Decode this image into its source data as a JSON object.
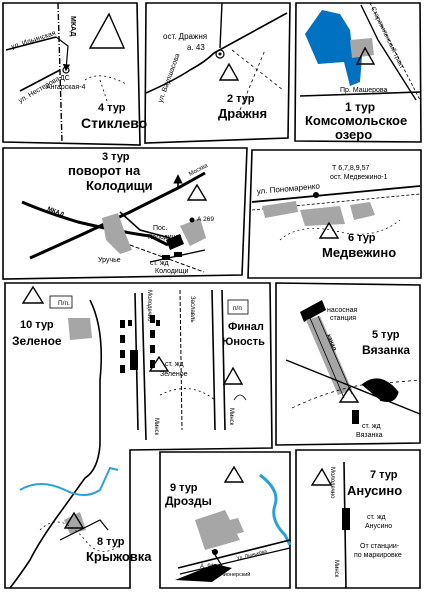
{
  "panels": {
    "p4": {
      "num": "4 тур",
      "name": "Стиклево",
      "streets": [
        "ул. Ильинская",
        "МКАД",
        "ул. Нестерова"
      ],
      "stop": [
        "ДС",
        "Ангарская-4"
      ]
    },
    "p2": {
      "stop": [
        "ост. Дражня",
        "а. 43"
      ],
      "num": "2 тур",
      "name": "Дражня",
      "street": "ул. Ваупшасова"
    },
    "p1": {
      "num": "1 тур",
      "name": [
        "Комсомольское",
        "озеро"
      ],
      "streets": [
        "Старовиленский тракт",
        "Пр. Машерова"
      ]
    },
    "p3": {
      "title": [
        "3 тур",
        "поворот на",
        "Колодищи"
      ],
      "labels": [
        "Москва",
        "МКАД",
        "Пос.",
        "Колодищи",
        "А 269",
        "Уручье",
        "ст. жд",
        "Колодищи"
      ]
    },
    "p6": {
      "street": "ул. Пономаренко",
      "stop": [
        "Т 6,7,8,9,57",
        "ост. Медвежино-1"
      ],
      "num": "6 тур",
      "name": "Медвежино"
    },
    "p10": {
      "num": "10 тур",
      "name": "Зеленое",
      "pp": "П/п.",
      "molod": "Молодечно",
      "minsk": "Минск",
      "station": [
        "ст. жд",
        "Зеленое"
      ]
    },
    "pF": {
      "zaslav": "Заславль",
      "pp": "п/п",
      "title": [
        "Финал",
        "Юность"
      ],
      "minsk": "Минск"
    },
    "p5": {
      "num": "5 тур",
      "name": "Вязанка",
      "pump": [
        "насосная",
        "станция"
      ],
      "canal": "канал",
      "station": [
        "ст. жд",
        "Вязанка"
      ]
    },
    "p8": {
      "num": "8 тур",
      "name": "Крыжовка"
    },
    "p9": {
      "num": "9 тур",
      "name": "Дрозды",
      "street": "Ул. Лынькова",
      "bus": "А. 91",
      "stop": "пос. Пионерский"
    },
    "p7": {
      "num": "7 тур",
      "name": "Анусино",
      "molod": "Молодечно",
      "minsk": "Минск",
      "station": [
        "ст. жд",
        "Анусино"
      ],
      "note": [
        "От станции-",
        "по маркировке"
      ]
    }
  },
  "colors": {
    "water": "#0070c0",
    "river": "#2aa0d8",
    "buildings": "#a6a6a6",
    "lines": "#000000"
  }
}
